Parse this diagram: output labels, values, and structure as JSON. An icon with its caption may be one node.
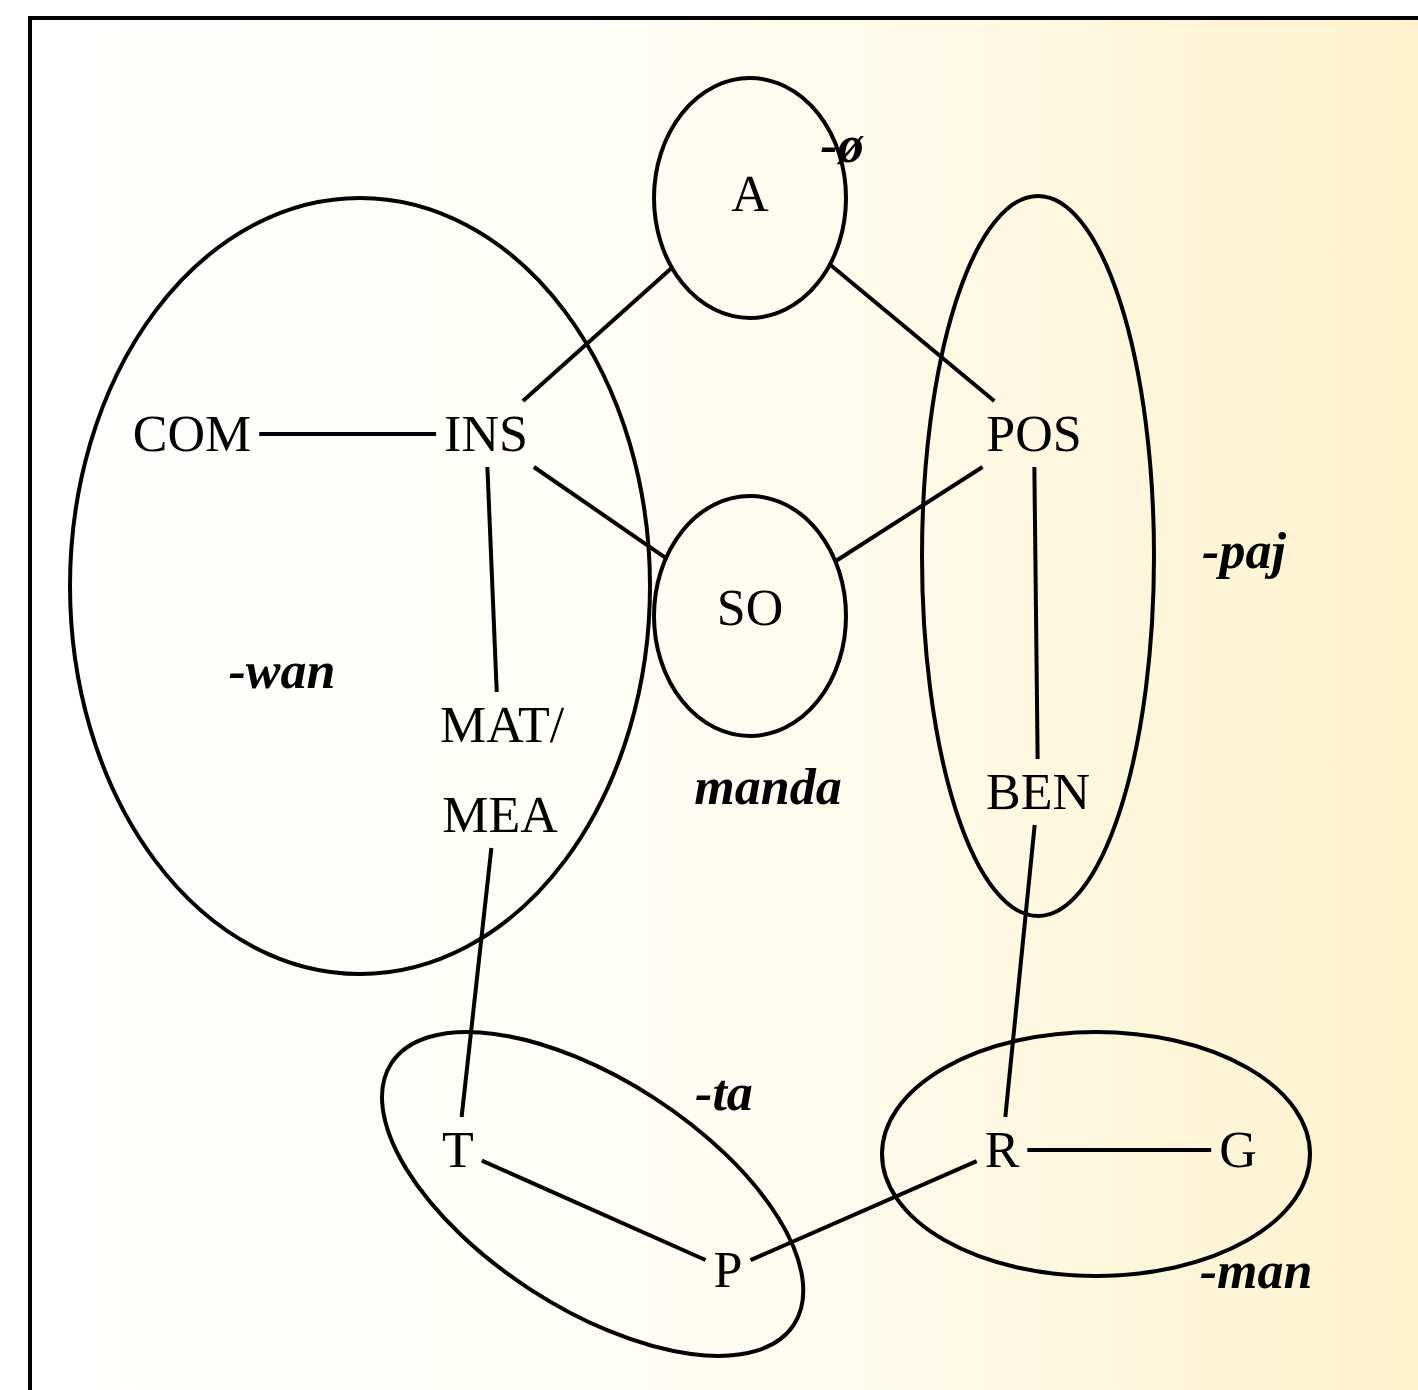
{
  "diagram": {
    "nodes": [
      {
        "text": [
          "A"
        ],
        "beside": [
          "-ø"
        ]
      },
      {
        "text": [
          "-wan"
        ]
      },
      {
        "text": [
          "COM"
        ],
        "in": 1
      },
      {
        "text": [
          "INS"
        ],
        "in": 1
      },
      {
        "text": [
          "MAT/ MEA"
        ],
        "in": 1
      },
      {
        "text": [
          "SO"
        ],
        "beside": [
          "manda"
        ]
      },
      {
        "text": [],
        "shape": "ellipse",
        "beside": [
          "-paj"
        ]
      },
      {
        "text": [
          "POS"
        ],
        "in": 6
      },
      {
        "text": [
          "BEN"
        ],
        "in": 6
      },
      {
        "text": [],
        "shape": "ellipse",
        "beside": [
          "-ta"
        ]
      },
      {
        "text": [
          "T"
        ],
        "in": 9
      },
      {
        "text": [
          "P"
        ],
        "in": 9
      },
      {
        "text": [],
        "shape": "ellipse",
        "beside": [
          "-man"
        ]
      },
      {
        "text": [
          "R"
        ],
        "in": 12
      },
      {
        "text": [
          "G"
        ],
        "in": 12
      }
    ],
    "edges": [
      {
        "from": 0,
        "to": 3,
        "arrow": "none"
      },
      {
        "from": 0,
        "to": 7,
        "arrow": "none"
      },
      {
        "from": 2,
        "to": 3,
        "arrow": "none"
      },
      {
        "from": 3,
        "to": 5,
        "arrow": "none"
      },
      {
        "from": 7,
        "to": 5,
        "arrow": "none"
      },
      {
        "from": 3,
        "to": 4,
        "arrow": "none"
      },
      {
        "from": 7,
        "to": 8,
        "arrow": "none"
      },
      {
        "from": 4,
        "to": 10,
        "arrow": "none"
      },
      {
        "from": 8,
        "to": 13,
        "arrow": "none"
      },
      {
        "from": 10,
        "to": 11,
        "arrow": "none"
      },
      {
        "from": 11,
        "to": 13,
        "arrow": "none"
      },
      {
        "from": 13,
        "to": 14,
        "arrow": "none"
      }
    ]
  }
}
